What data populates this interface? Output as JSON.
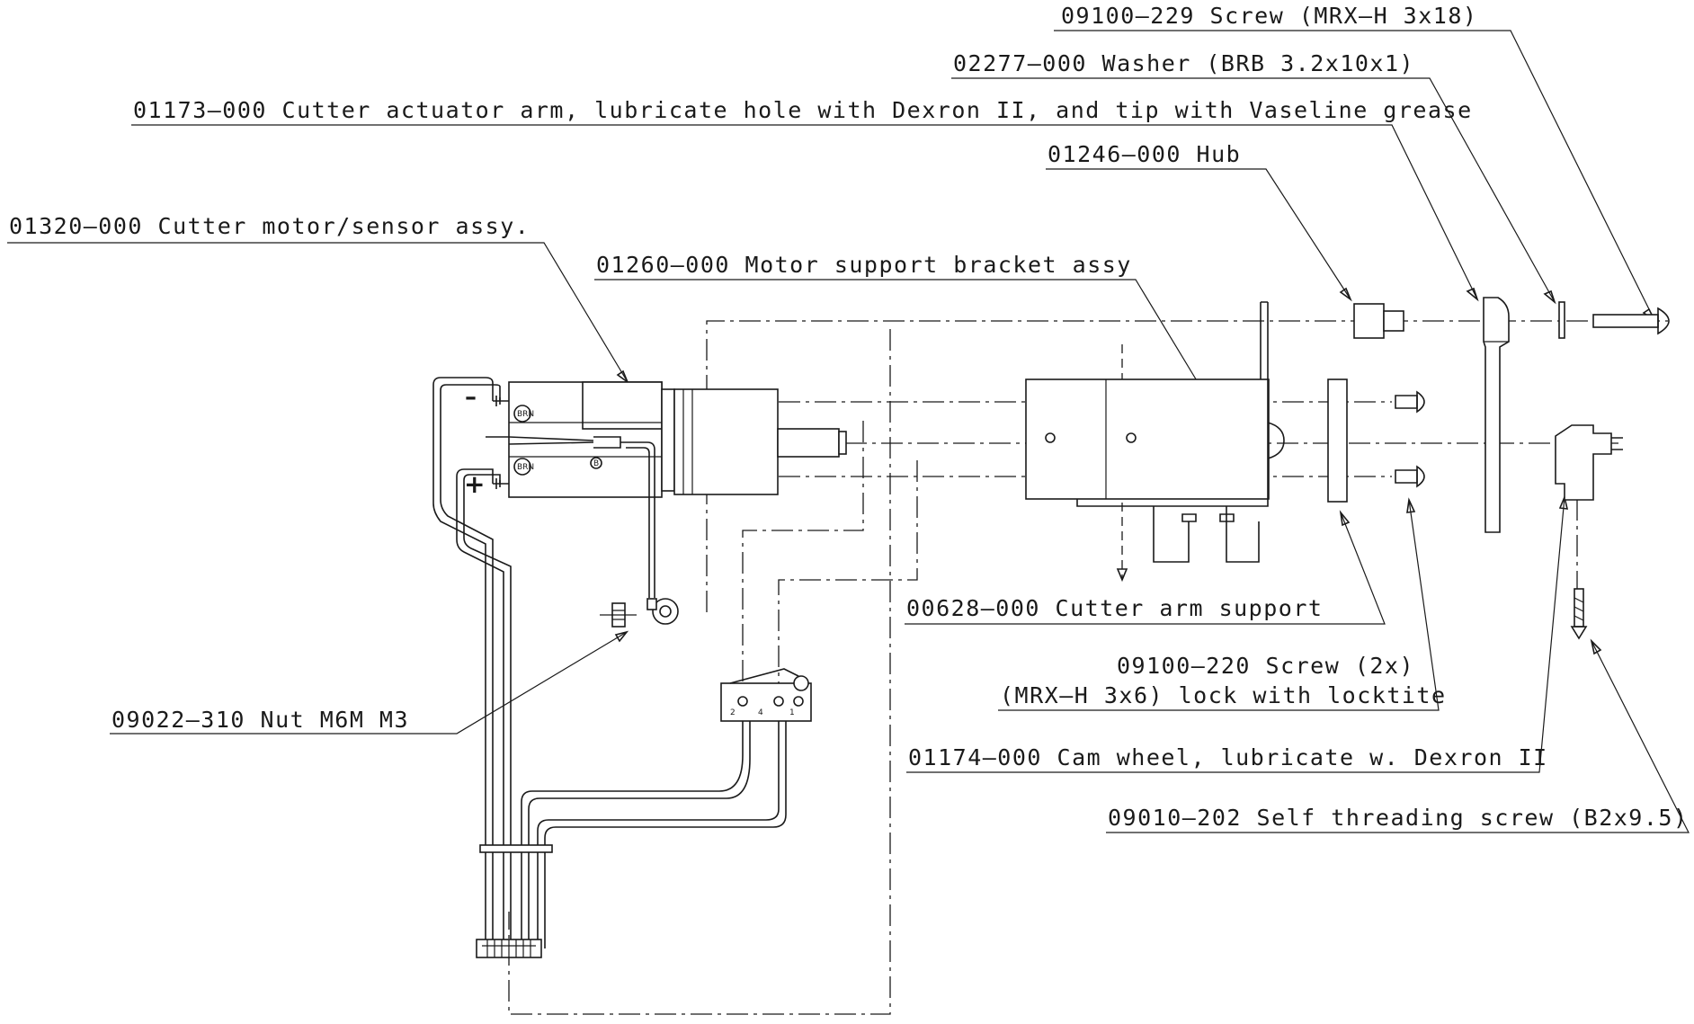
{
  "callouts": [
    {
      "id": "screw-mrx-3x18",
      "text": "09100–229 Screw (MRX–H 3x18)"
    },
    {
      "id": "washer-brb",
      "text": "02277–000 Washer (BRB 3.2x10x1)"
    },
    {
      "id": "cutter-actuator-arm",
      "text": "01173–000 Cutter actuator arm, lubricate hole with Dexron II, and tip with Vaseline grease"
    },
    {
      "id": "hub",
      "text": "01246–000 Hub"
    },
    {
      "id": "cutter-motor-sensor",
      "text": "01320–000 Cutter motor/sensor assy."
    },
    {
      "id": "motor-support-bracket",
      "text": "01260–000 Motor support bracket assy"
    },
    {
      "id": "cutter-arm-support",
      "text": "00628–000 Cutter arm support"
    },
    {
      "id": "screw-2x-line1",
      "text": "09100–220 Screw (2x)"
    },
    {
      "id": "screw-2x-line2",
      "text": "(MRX–H 3x6) lock with locktite"
    },
    {
      "id": "cam-wheel",
      "text": "01174–000 Cam wheel, lubricate w. Dexron II"
    },
    {
      "id": "nut-m6m",
      "text": "09022–310 Nut M6M M3"
    },
    {
      "id": "self-threading-screw",
      "text": "09010–202 Self threading screw (B2x9.5)"
    }
  ],
  "motor_symbols": {
    "minus": "–",
    "plus": "+"
  },
  "motor_markings": [
    "BRN",
    "BRN",
    "B"
  ],
  "switch_pins": [
    "2",
    "4",
    "1"
  ]
}
